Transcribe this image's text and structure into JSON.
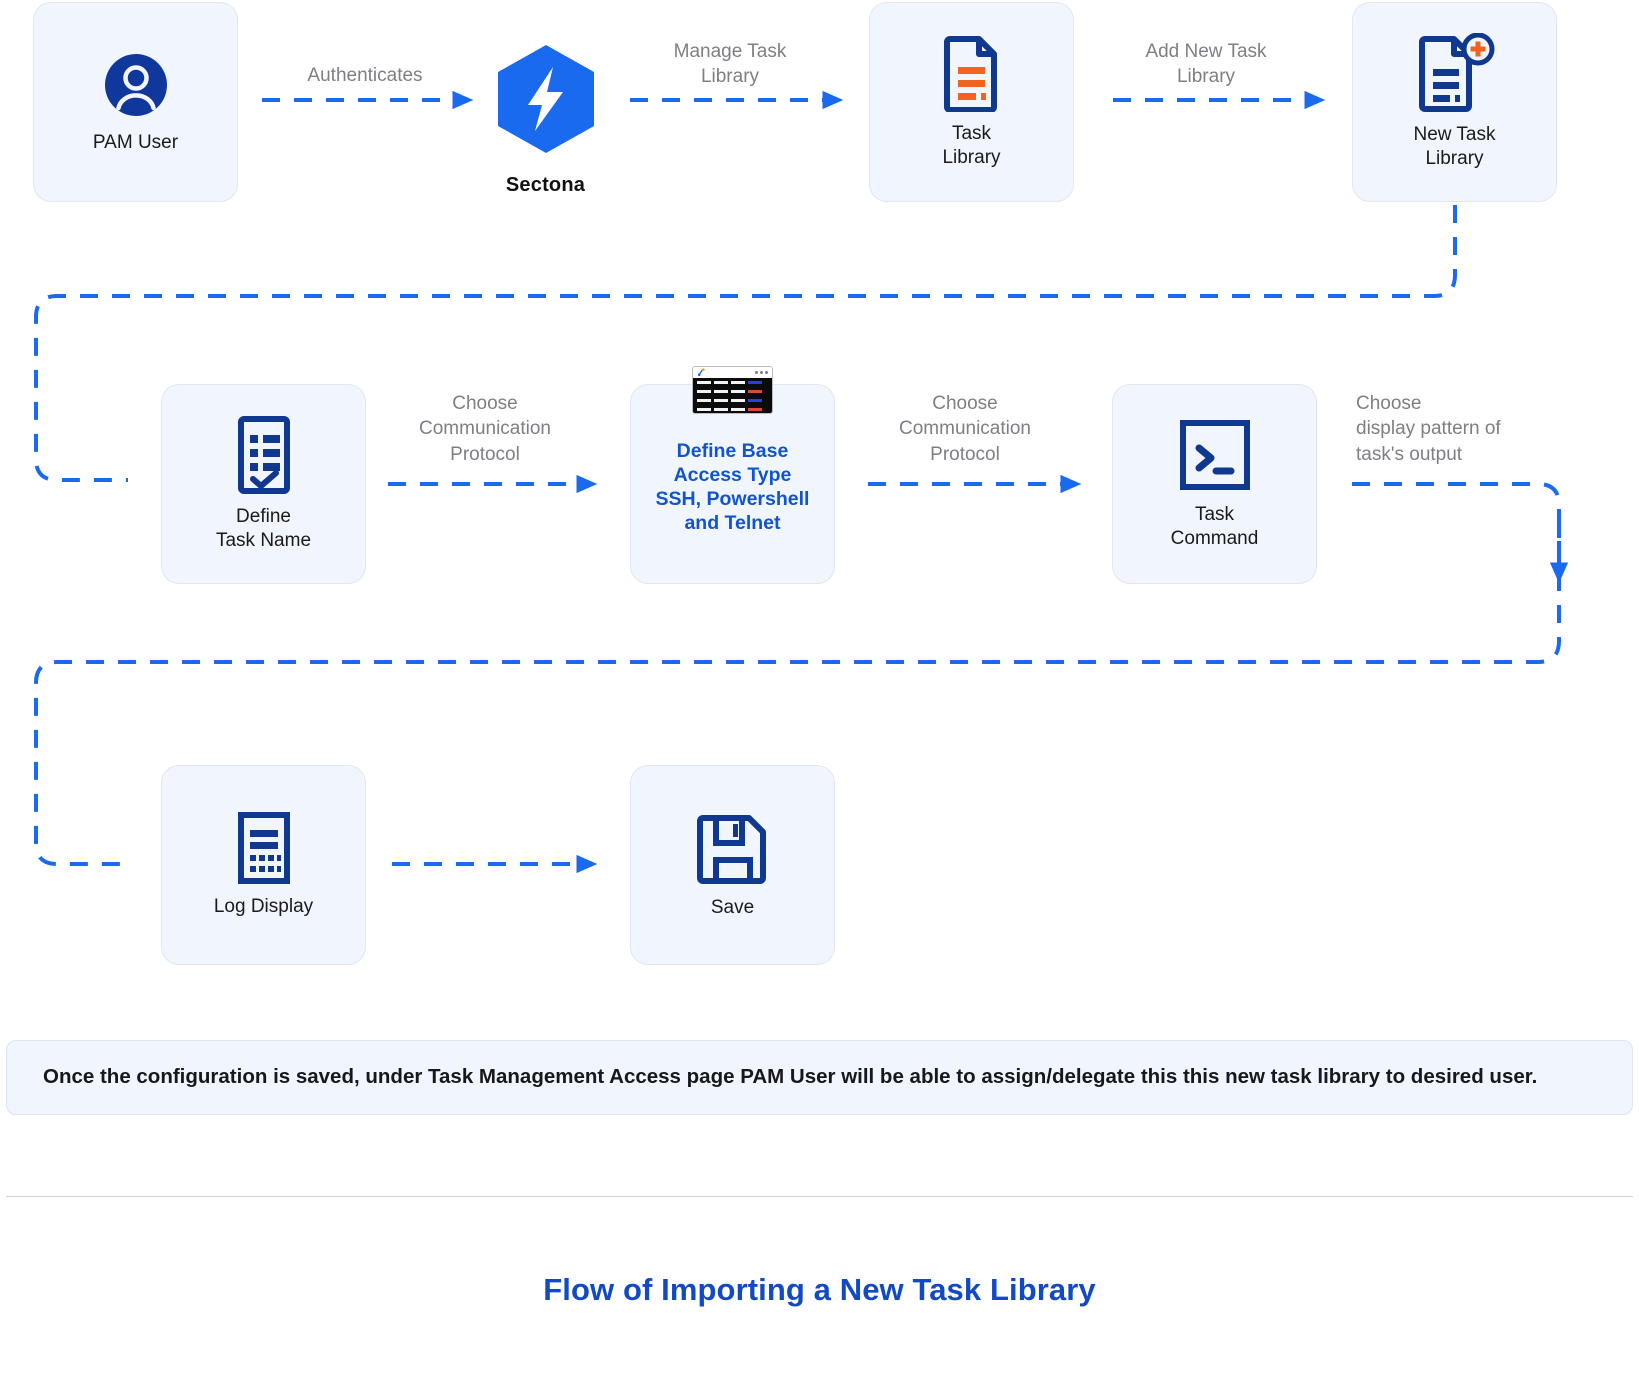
{
  "diagram": {
    "title": "Flow of Importing a New Task Library",
    "note": "Once the configuration is saved, under Task Management Access page PAM User will be able to assign/delegate this this new task library to desired user.",
    "colors": {
      "accent_blue": "#1155cc",
      "arrow_blue": "#1a6af0",
      "icon_navy": "#10388f",
      "icon_orange": "#f4631e",
      "card_bg": "#f1f5fd",
      "label_gray": "#7c7f86",
      "title_blue": "#1249c4"
    },
    "nodes": [
      {
        "id": "pam-user",
        "label": "PAM User",
        "icon": "user-circle-icon"
      },
      {
        "id": "sectona",
        "label": "Sectona",
        "icon": "sectona-hexagon-logo"
      },
      {
        "id": "task-library",
        "label": "Task\nLibrary",
        "icon": "document-list-icon"
      },
      {
        "id": "new-task-library",
        "label": "New Task\nLibrary",
        "icon": "document-add-icon"
      },
      {
        "id": "define-task-name",
        "label": "Define\nTask Name",
        "icon": "checklist-icon"
      },
      {
        "id": "define-base-access-type",
        "label": "Define Base\nAccess Type\nSSH, Powershell\nand Telnet",
        "icon": "terminal-window-icon",
        "accent": true
      },
      {
        "id": "task-command",
        "label": "Task\nCommand",
        "icon": "command-prompt-icon"
      },
      {
        "id": "log-display",
        "label": "Log Display",
        "icon": "log-report-icon"
      },
      {
        "id": "save",
        "label": "Save",
        "icon": "floppy-disk-save-icon"
      }
    ],
    "edges": [
      {
        "id": "e1",
        "from": "pam-user",
        "to": "sectona",
        "label": "Authenticates"
      },
      {
        "id": "e2",
        "from": "sectona",
        "to": "task-library",
        "label": "Manage Task\nLibrary"
      },
      {
        "id": "e3",
        "from": "task-library",
        "to": "new-task-library",
        "label": "Add New Task\nLibrary"
      },
      {
        "id": "e4",
        "from": "new-task-library",
        "to": "define-task-name",
        "label": ""
      },
      {
        "id": "e5",
        "from": "define-task-name",
        "to": "define-base-access-type",
        "label": "Choose\nCommunication\nProtocol"
      },
      {
        "id": "e6",
        "from": "define-base-access-type",
        "to": "task-command",
        "label": "Choose\nCommunication\nProtocol"
      },
      {
        "id": "e7",
        "from": "task-command",
        "to": "log-display",
        "label": "Choose\ndisplay pattern of\ntask's output"
      },
      {
        "id": "e8",
        "from": "log-display",
        "to": "save",
        "label": ""
      }
    ]
  }
}
